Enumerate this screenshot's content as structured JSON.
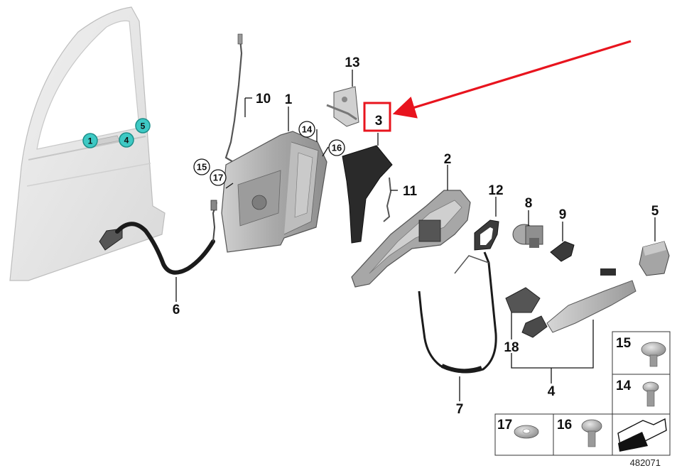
{
  "callouts": {
    "c1": "1",
    "c2": "2",
    "c3": "3",
    "c4": "4",
    "c5": "5",
    "c6": "6",
    "c7": "7",
    "c8": "8",
    "c9": "9",
    "c10": "10",
    "c11": "11",
    "c12": "12",
    "c13": "13",
    "c14": "14",
    "c15": "15",
    "c16": "16",
    "c17": "17",
    "c18": "18"
  },
  "door_markers": [
    "1",
    "4",
    "5"
  ],
  "legend_boxes": {
    "b15": "15",
    "b14": "14",
    "b17": "17",
    "b16": "16"
  },
  "reference_number": "482071",
  "colors": {
    "highlight": "#e8141e",
    "marker_fill": "#3ec9c4",
    "part_dark": "#2a2a2a",
    "part_grey": "#b8b8b8"
  }
}
